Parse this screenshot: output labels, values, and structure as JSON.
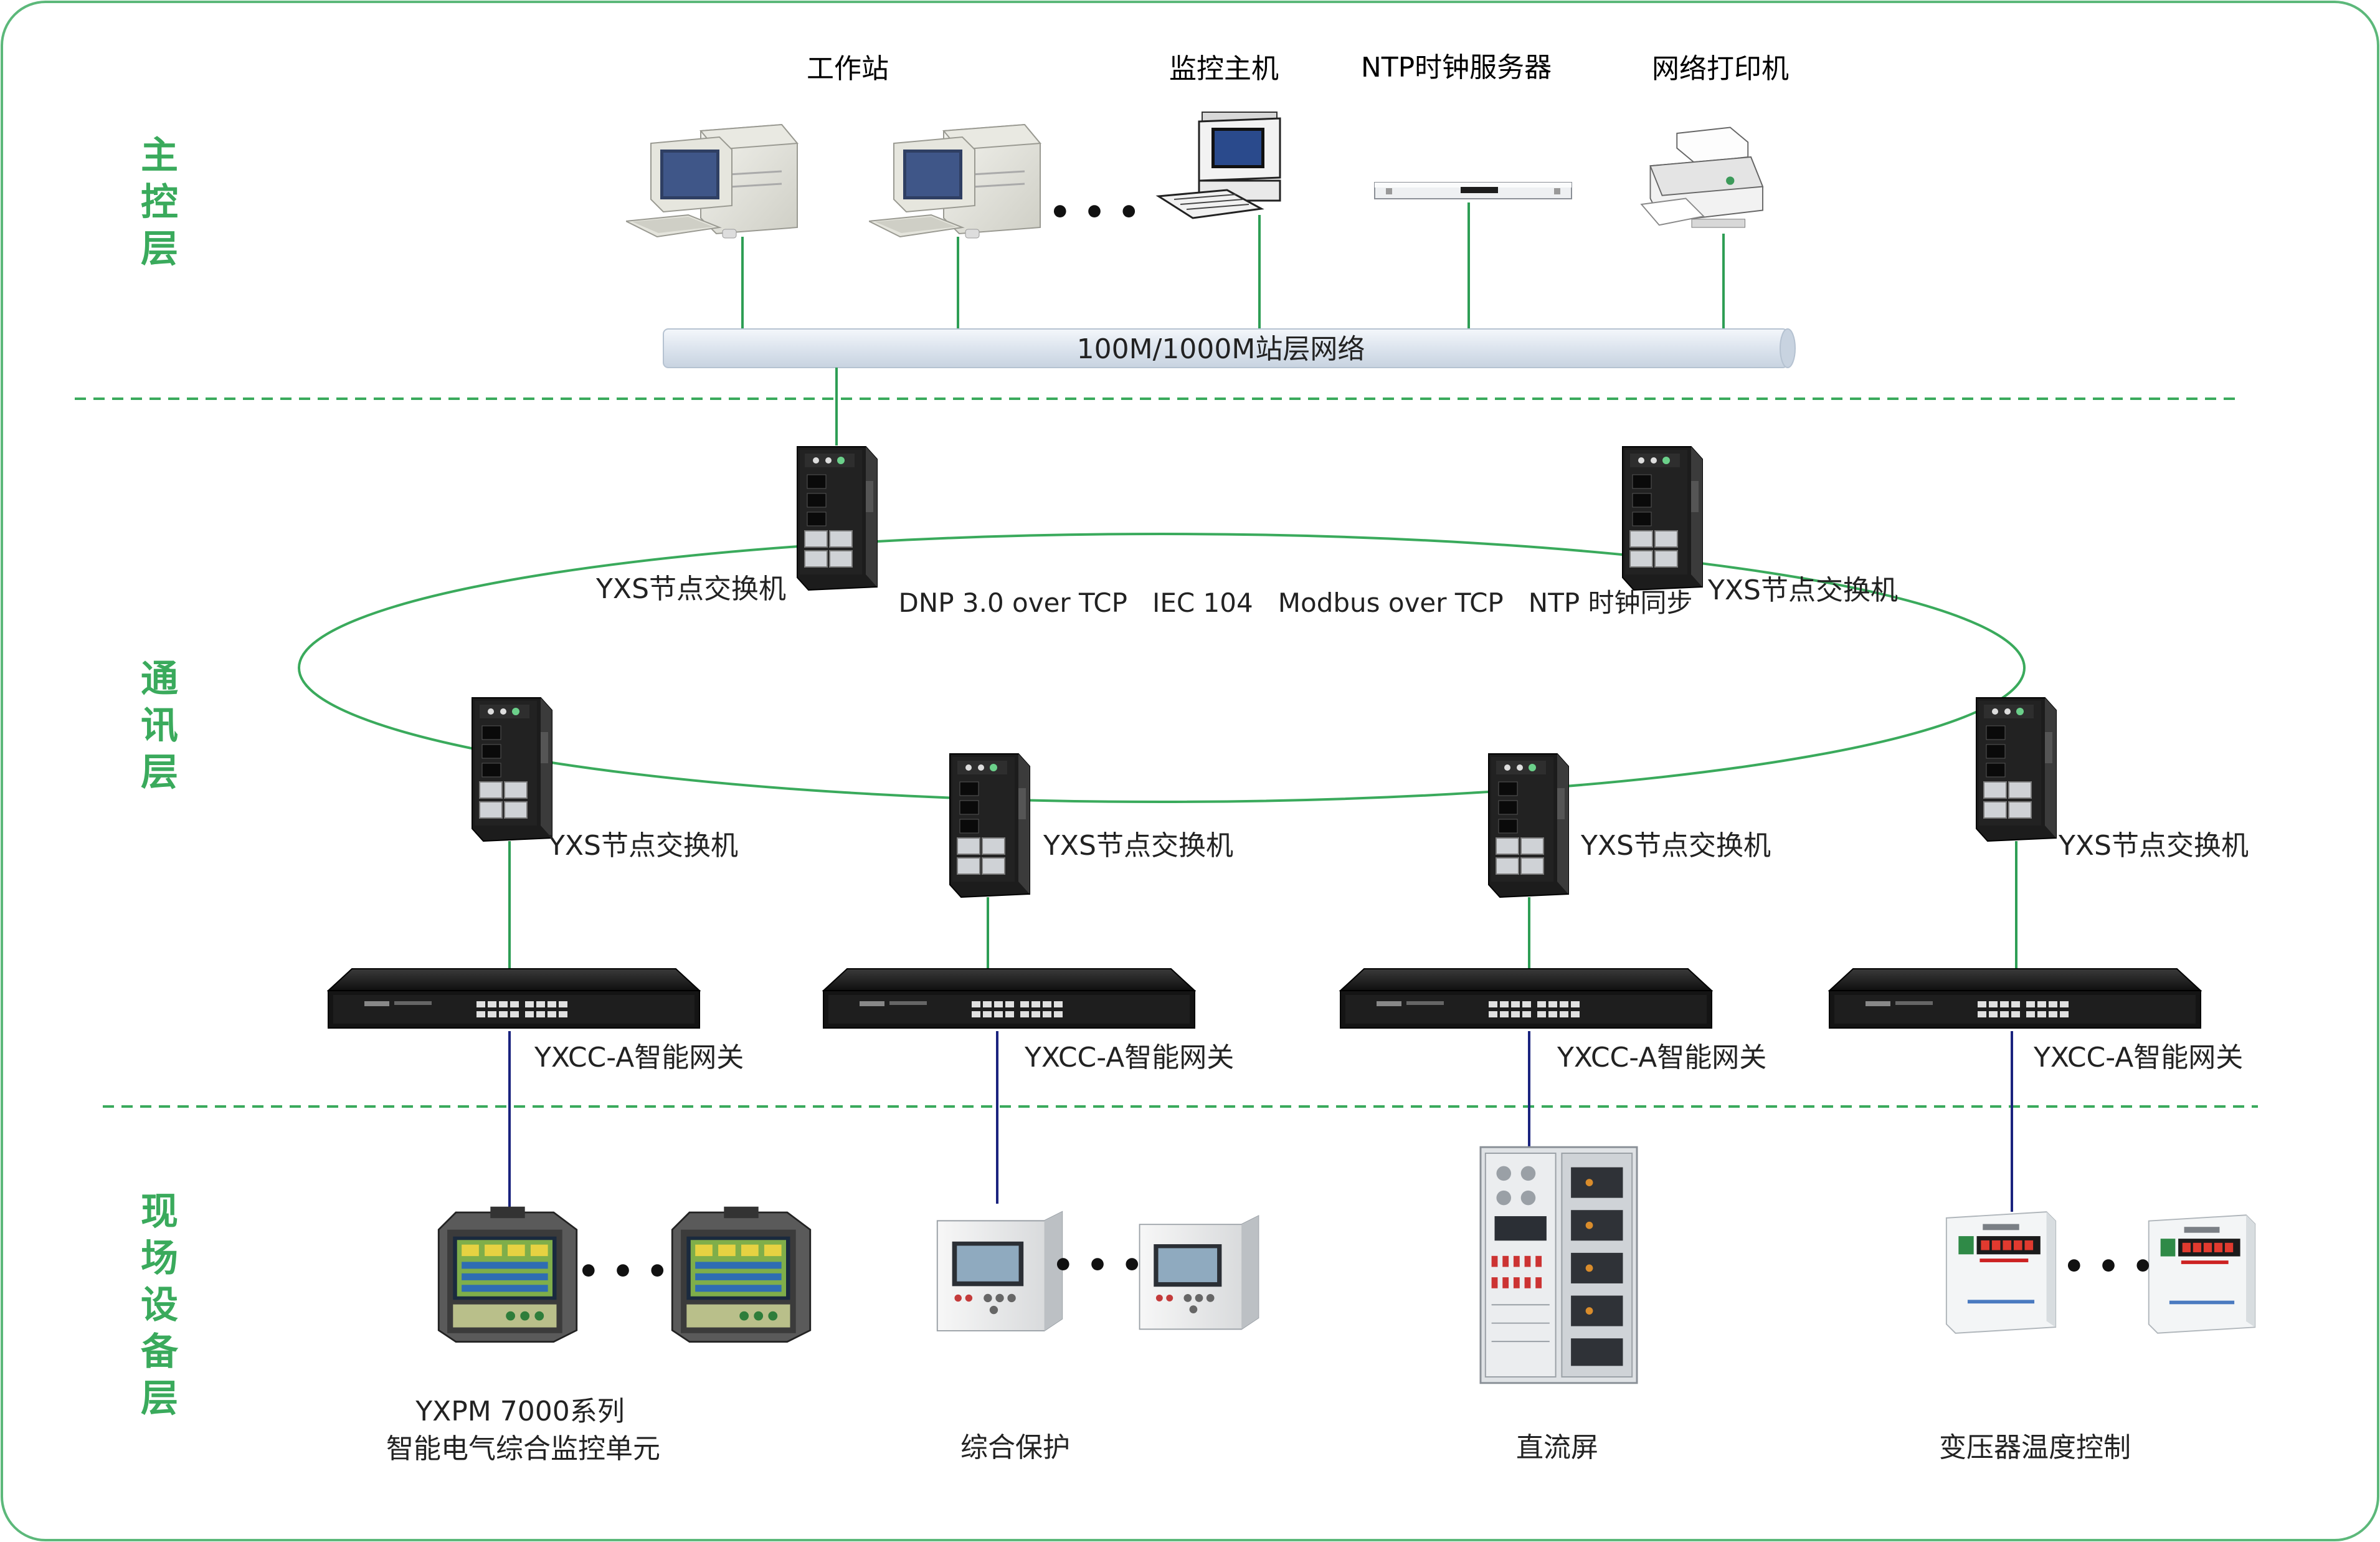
{
  "layers": {
    "top": "主控层",
    "middle": "通讯层",
    "bottom": "现场设备层"
  },
  "colors": {
    "frame": "#5cb87a",
    "layer_label": "#3aaa5c",
    "divider": "#3aaa5c",
    "ring": "#3aaa5c",
    "green_link": "#2e9e55",
    "blue_link": "#1a237e",
    "bus_fill": "#dde5ef",
    "text": "#222222"
  },
  "top_devices": {
    "workstation": "工作站",
    "monitor_host": "监控主机",
    "ntp_server": "NTP时钟服务器",
    "network_printer": "网络打印机",
    "ellipsis": "• • •"
  },
  "network": {
    "bus_label": "100M/1000M站层网络",
    "protocols": "DNP 3.0 over TCP   IEC 104   Modbus over TCP   NTP 时钟同步"
  },
  "switch_label": "YXS节点交换机",
  "gateway_label": "YXCC-A智能网关",
  "field_devices": {
    "monitor_unit_line1": "YXPM 7000系列",
    "monitor_unit_line2": "智能电气综合监控单元",
    "protection": "综合保护",
    "dc_panel": "直流屏",
    "transformer_temp": "变压器温度控制",
    "ellipsis": "• • •"
  }
}
